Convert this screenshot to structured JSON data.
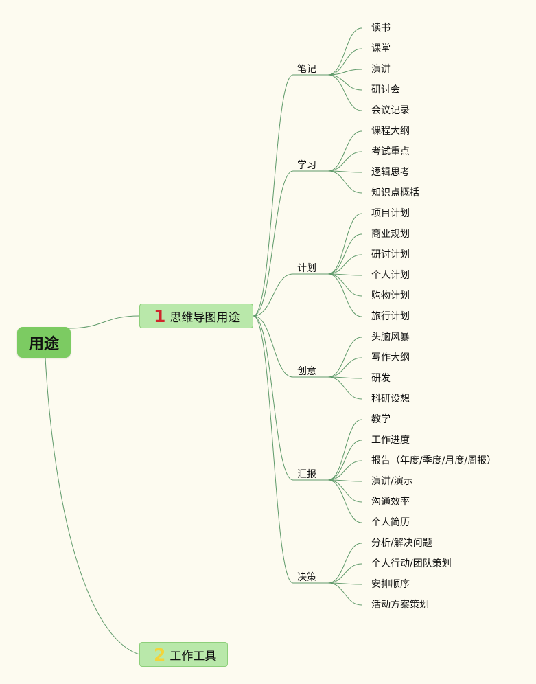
{
  "root": {
    "label": "用途"
  },
  "topics": [
    {
      "marker": "1",
      "marker_color": "#d0262b",
      "label": "思维导图用途",
      "children": [
        {
          "label": "笔记",
          "items": [
            "读书",
            "课堂",
            "演讲",
            "研讨会",
            "会议记录"
          ]
        },
        {
          "label": "学习",
          "items": [
            "课程大纲",
            "考试重点",
            "逻辑思考",
            "知识点概括"
          ]
        },
        {
          "label": "计划",
          "items": [
            "项目计划",
            "商业规划",
            "研讨计划",
            "个人计划",
            "购物计划",
            "旅行计划"
          ]
        },
        {
          "label": "创意",
          "items": [
            "头脑风暴",
            "写作大纲",
            "研发",
            "科研设想"
          ]
        },
        {
          "label": "汇报",
          "items": [
            "教学",
            "工作进度",
            "报告（年度/季度/月度/周报）",
            "演讲/演示",
            "沟通效率",
            "个人简历"
          ]
        },
        {
          "label": "决策",
          "items": [
            "分析/解决问题",
            "个人行动/团队策划",
            "安排顺序",
            "活动方案策划"
          ]
        }
      ]
    },
    {
      "marker": "2",
      "marker_color": "#f2d43a",
      "label": "工作工具",
      "children": []
    }
  ],
  "colors": {
    "background": "#fdfbf0",
    "root": "#7ccb62",
    "topic": "#b9e8aa",
    "line": "#5f9a6a"
  }
}
